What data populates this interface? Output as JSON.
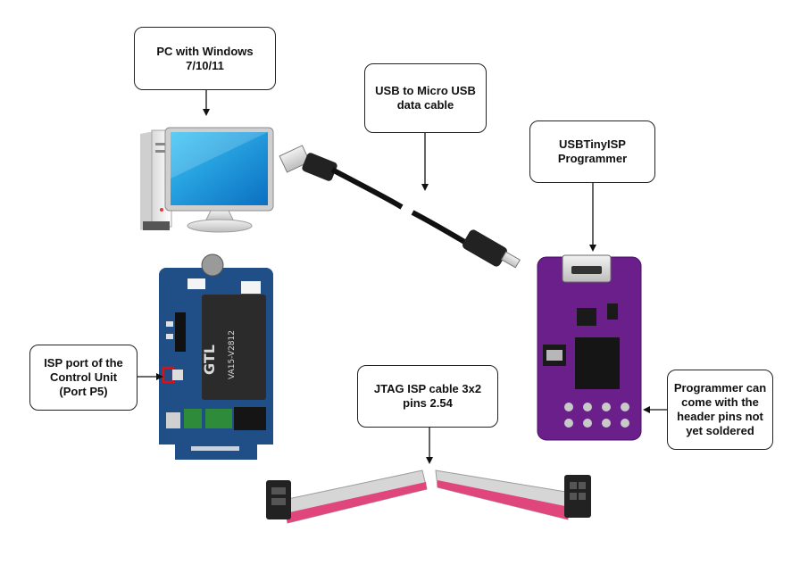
{
  "callouts": {
    "pc": "PC with Windows\n7/10/11",
    "usb_cable": "USB to Micro USB\ndata cable",
    "programmer": "USBTinyISP\nProgrammer",
    "isp_port": "ISP port of the\nControl Unit\n(Port P5)",
    "jtag_cable": "JTAG ISP cable 3x2\npins 2.54",
    "header_note": "Programmer can\ncome with the\nheader pins not\nyet soldered"
  },
  "board_labels": {
    "module_brand": "GTL",
    "module_model": "VA15-V2812"
  },
  "colors": {
    "programmer_pcb": "#6a1f8a",
    "control_board_pcb": "#1f4f86",
    "ribbon_stripe": "#e0457b",
    "isp_highlight": "#e01010"
  }
}
